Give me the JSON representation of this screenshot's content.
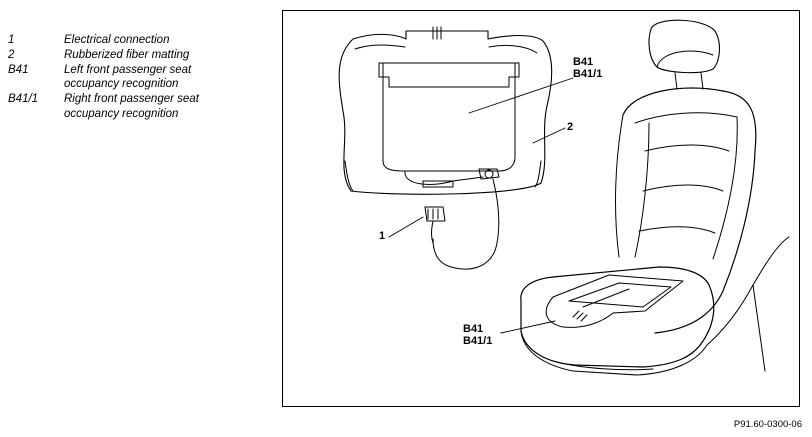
{
  "legend": [
    {
      "key": "1",
      "desc_lines": [
        "Electrical connection"
      ]
    },
    {
      "key": "2",
      "desc_lines": [
        "Rubberized fiber matting"
      ]
    },
    {
      "key": "B41",
      "desc_lines": [
        "Left front passenger seat",
        "occupancy recognition"
      ]
    },
    {
      "key": "B41/1",
      "desc_lines": [
        "Right front passenger seat",
        "occupancy recognition"
      ]
    }
  ],
  "callouts": {
    "top_b41": "B41",
    "top_b41_1": "B41/1",
    "label_2": "2",
    "label_1": "1",
    "bottom_b41": "B41",
    "bottom_b41_1": "B41/1"
  },
  "figure_code": "P91.60-0300-06"
}
